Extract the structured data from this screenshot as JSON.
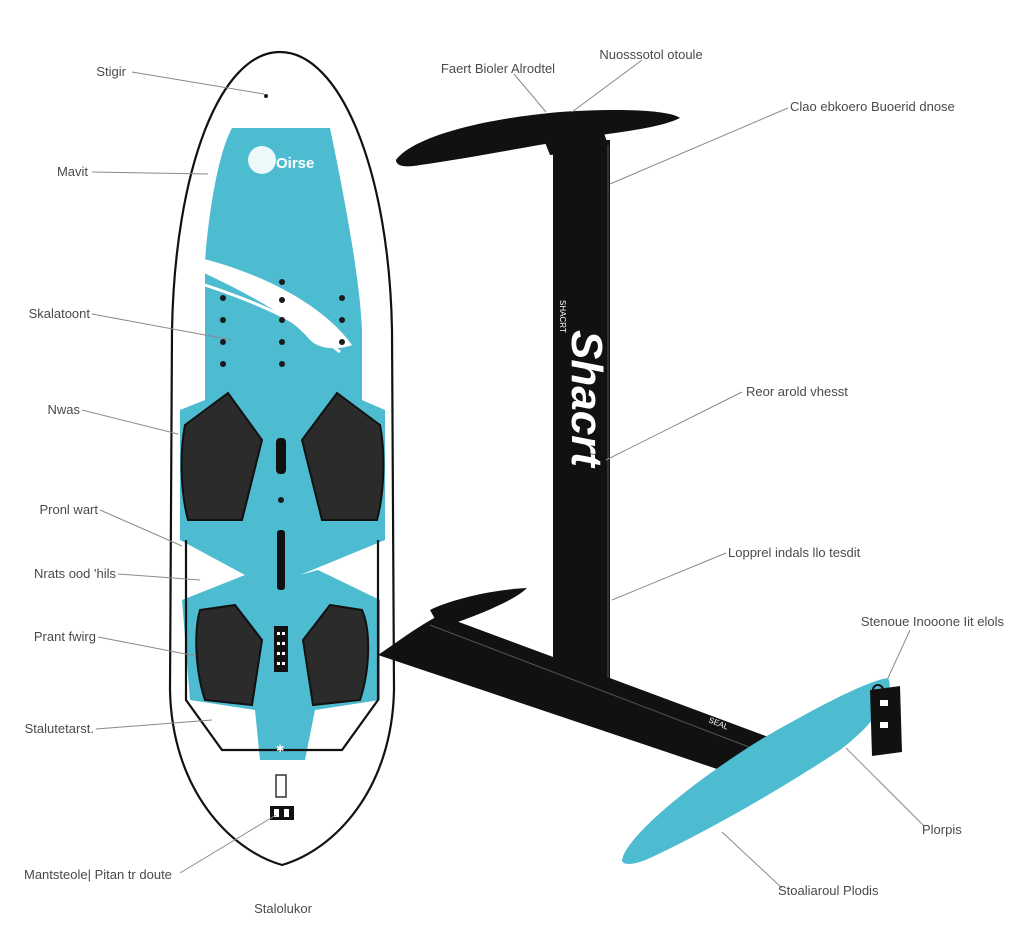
{
  "brand": {
    "board_logo": "Oirse",
    "mast_logo": "Shacrt",
    "mast_small_text": "SHACRT",
    "fuselage_text": "SEAL"
  },
  "colors": {
    "teal": "#4dbcd0",
    "black": "#111111",
    "pad": "#2b2b2b",
    "outline": "#111111",
    "leader": "#8a8a8a",
    "label": "#4a4a4a"
  },
  "labels": {
    "stinger": "Stigir",
    "mast_track": "Mavit",
    "stabilizer_mount": "Skalatoont",
    "nose": "Nwas",
    "front_mount": "Pronl wart",
    "nuts_and_bits": "Nrats ood 'hils",
    "front_wing_left": "Prant fwirg",
    "stabilizer_plate": "Stalutetarst.",
    "mount_plate": "Mantsteole| Pitan tr doute",
    "stabilizer_bottom": "Stalolukor",
    "front_board_mount": "Faert Bioler Alrodtel",
    "mast_wing_top": "Nuosssotol otoule",
    "front_wing_right": "Clao ebkoero Buoerid dnose",
    "rear_wing": "Reor arold vhesst",
    "fuselage": "Lopprel indals llo tesdit",
    "stabilizer_screws": "Stenoue Inooone Iit elols",
    "fuse_tail": "Plorpis",
    "stabilizer_wing": "Stoaliaroul Plodis"
  }
}
